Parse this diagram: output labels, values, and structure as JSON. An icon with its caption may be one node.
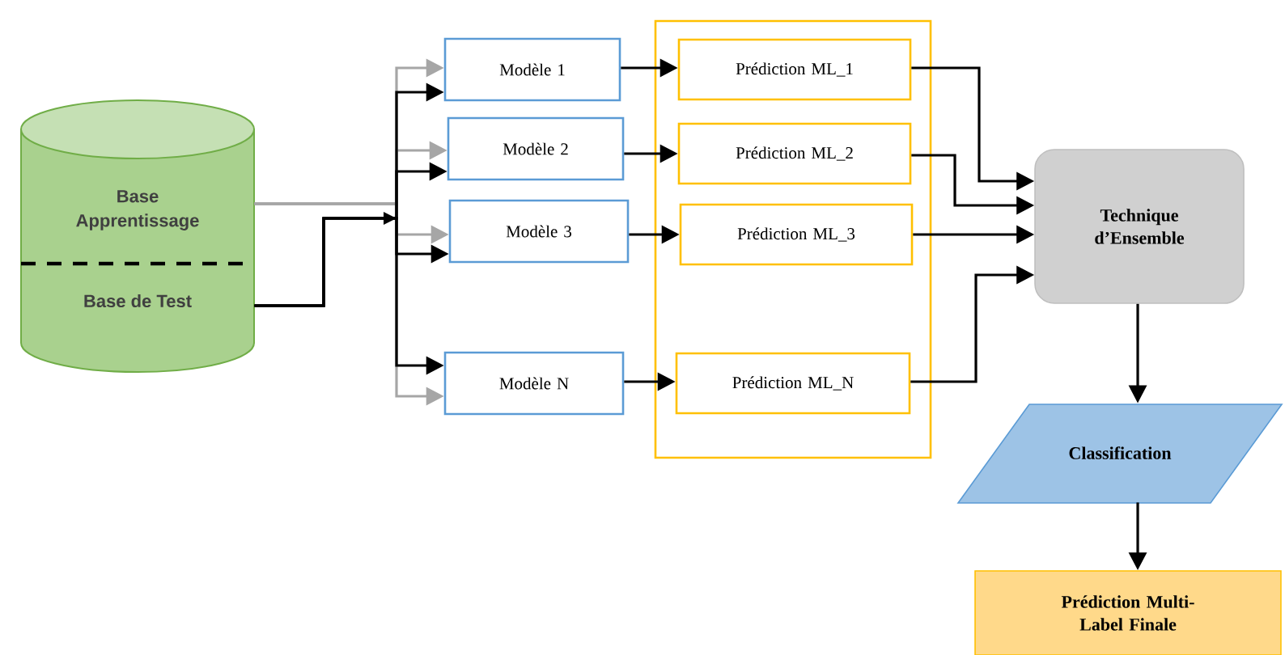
{
  "diagram": {
    "nodes": [
      {
        "text": [
          "Base Apprentissage",
          "Base de Test"
        ]
      },
      {
        "text": [
          "Modèle 1"
        ]
      },
      {
        "text": [
          "Modèle 2"
        ]
      },
      {
        "text": [
          "Modèle 3"
        ]
      },
      {
        "text": [
          "Modèle N"
        ]
      },
      {
        "text": [],
        "shape": "box"
      },
      {
        "text": [
          "Prédiction ML_1"
        ],
        "in": 5
      },
      {
        "text": [
          "Prédiction ML_2"
        ],
        "in": 5
      },
      {
        "text": [
          "Prédiction ML_3"
        ],
        "in": 5
      },
      {
        "text": [
          "Prédiction ML_N"
        ],
        "in": 5
      },
      {
        "text": [
          "Technique d’Ensemble"
        ]
      },
      {
        "text": [
          "Classification"
        ]
      },
      {
        "text": [
          "Prédiction Multi-Label Finale"
        ]
      }
    ],
    "edges": [
      {
        "from": 0,
        "to": 1,
        "arrow": "to",
        "color": "#a6a6a6"
      },
      {
        "from": 0,
        "to": 2,
        "arrow": "to",
        "color": "#a6a6a6"
      },
      {
        "from": 0,
        "to": 3,
        "arrow": "to",
        "color": "#a6a6a6"
      },
      {
        "from": 0,
        "to": 4,
        "arrow": "to",
        "color": "#a6a6a6"
      },
      {
        "from": 0,
        "to": 1,
        "arrow": "to"
      },
      {
        "from": 0,
        "to": 2,
        "arrow": "to"
      },
      {
        "from": 0,
        "to": 3,
        "arrow": "to"
      },
      {
        "from": 0,
        "to": 4,
        "arrow": "to"
      },
      {
        "from": 1,
        "to": 6,
        "arrow": "to"
      },
      {
        "from": 2,
        "to": 7,
        "arrow": "to"
      },
      {
        "from": 3,
        "to": 8,
        "arrow": "to"
      },
      {
        "from": 4,
        "to": 9,
        "arrow": "to"
      },
      {
        "from": 6,
        "to": 10,
        "arrow": "to"
      },
      {
        "from": 7,
        "to": 10,
        "arrow": "to"
      },
      {
        "from": 8,
        "to": 10,
        "arrow": "to"
      },
      {
        "from": 9,
        "to": 10,
        "arrow": "to"
      },
      {
        "from": 10,
        "to": 11,
        "arrow": "to"
      },
      {
        "from": 11,
        "to": 12,
        "arrow": "to"
      }
    ]
  }
}
